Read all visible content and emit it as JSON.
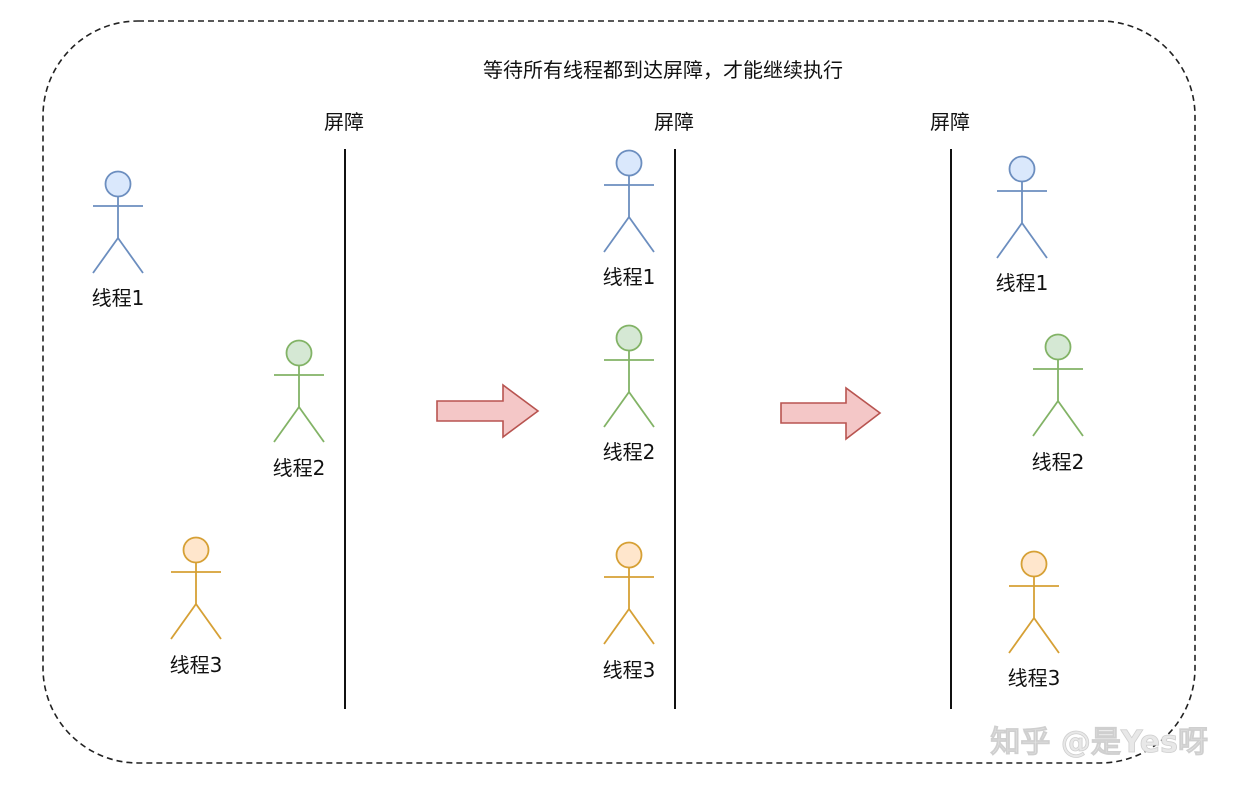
{
  "diagram": {
    "title": "等待所有线程都到达屏障，才能继续执行",
    "barrier_label": "屏障",
    "colors": {
      "frame_stroke": "#222222",
      "barrier_line": "#111111",
      "arrow_fill": "#f4c7c7",
      "arrow_stroke": "#b85450",
      "thread1_fill": "#dae8fc",
      "thread1_stroke": "#6c8ebf",
      "thread2_fill": "#d5e8d4",
      "thread2_stroke": "#82b366",
      "thread3_fill": "#ffe6cc",
      "thread3_stroke": "#d6a035"
    },
    "threads": [
      {
        "id": 1,
        "label": "线程1",
        "color_key": "thread1"
      },
      {
        "id": 2,
        "label": "线程2",
        "color_key": "thread2"
      },
      {
        "id": 3,
        "label": "线程3",
        "color_key": "thread3"
      }
    ],
    "stages": [
      {
        "name": "stage-1",
        "barrier_label": "屏障",
        "thread_labels": [
          "线程1",
          "线程2",
          "线程3"
        ]
      },
      {
        "name": "stage-2",
        "barrier_label": "屏障",
        "thread_labels": [
          "线程1",
          "线程2",
          "线程3"
        ]
      },
      {
        "name": "stage-3",
        "barrier_label": "屏障",
        "thread_labels": [
          "线程1",
          "线程2",
          "线程3"
        ]
      }
    ]
  },
  "watermark": {
    "text": "知乎 @是Yes呀"
  }
}
